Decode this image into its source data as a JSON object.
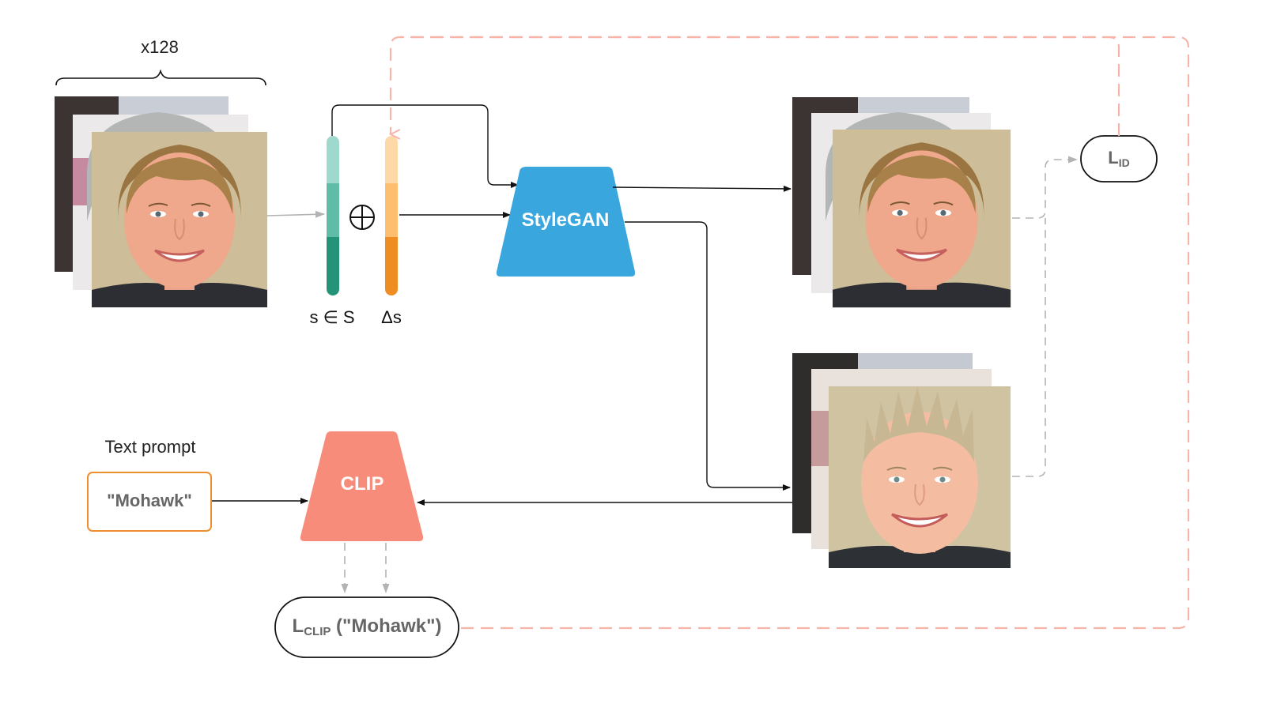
{
  "batch_label": "x128",
  "style_vector_label": "s ∈ S",
  "delta_label": "Δs",
  "plus_symbol": "⊕",
  "stylegan_label": "StyleGAN",
  "clip_label": "CLIP",
  "text_prompt_caption": "Text prompt",
  "prompt_value": "\"Mohawk\"",
  "loss_id": {
    "main": "L",
    "sub": "ID"
  },
  "loss_clip": {
    "main": "L",
    "sub": "CLIP",
    "arg": " (\"Mohawk\")"
  },
  "colors": {
    "stylegan": "#3aa6de",
    "clip": "#f88c7b",
    "feedback": "#f7b5aa",
    "prompt_border": "#ee8f2f",
    "s_vector": [
      "#9fd8cc",
      "#5fbca7",
      "#239477"
    ],
    "delta_vector": [
      "#fdd9a8",
      "#fbbf6f",
      "#ef8c22"
    ]
  },
  "icons": [
    "face-photo",
    "circled-plus-icon",
    "arrow-icon"
  ]
}
